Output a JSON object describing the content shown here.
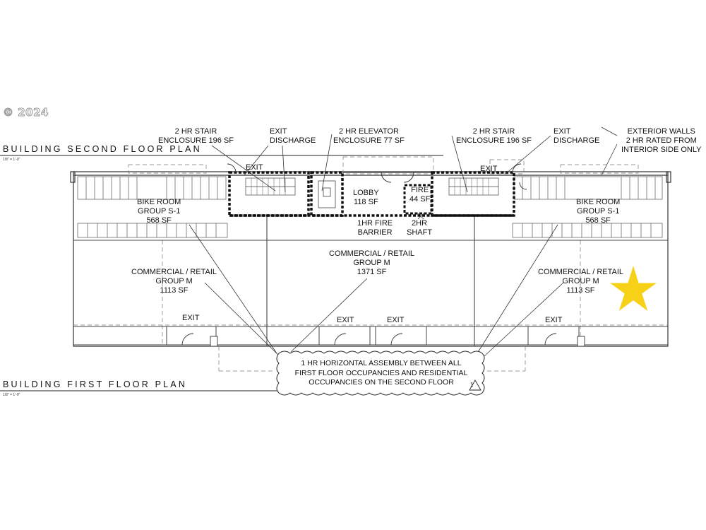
{
  "watermark": "© 2024",
  "titles": {
    "second_floor": "BUILDING SECOND FLOOR PLAN",
    "first_floor": "BUILDING FIRST FLOOR PLAN",
    "scale": "1/8\" = 1'-0\""
  },
  "callouts": {
    "stair_left": [
      "2 HR STAIR",
      "ENCLOSURE 196 SF"
    ],
    "exit_discharge_left": [
      "EXIT",
      "DISCHARGE"
    ],
    "elevator": [
      "2 HR ELEVATOR",
      "ENCLOSURE 77 SF"
    ],
    "stair_right": [
      "2 HR STAIR",
      "ENCLOSURE 196 SF"
    ],
    "exit_discharge_right": [
      "EXIT",
      "DISCHARGE"
    ],
    "exterior_walls": [
      "EXTERIOR WALLS",
      "2 HR RATED FROM",
      "INTERIOR SIDE ONLY"
    ]
  },
  "rooms": {
    "exit_upper_left": "EXIT",
    "exit_upper_right": "EXIT",
    "lobby": [
      "LOBBY",
      "118 SF"
    ],
    "fire": [
      "FIRE",
      "44 SF"
    ],
    "fire_barrier": [
      "1HR FIRE",
      "BARRIER"
    ],
    "shaft": [
      "2HR",
      "SHAFT"
    ],
    "bike_room_left": [
      "BIKE ROOM",
      "GROUP S-1",
      "568 SF"
    ],
    "bike_room_right": [
      "BIKE ROOM",
      "GROUP S-1",
      "568 SF"
    ],
    "commercial_left": [
      "COMMERCIAL / RETAIL",
      "GROUP M",
      "1113 SF"
    ],
    "commercial_center": [
      "COMMERCIAL / RETAIL",
      "GROUP M",
      "1371 SF"
    ],
    "commercial_right": [
      "COMMERCIAL / RETAIL",
      "GROUP M",
      "1113 SF"
    ],
    "exit_bottom_1": "EXIT",
    "exit_bottom_2": "EXIT",
    "exit_bottom_3": "EXIT",
    "exit_bottom_4": "EXIT"
  },
  "note": [
    "1 HR HORIZONTAL ASSEMBLY BETWEEN ALL",
    "FIRST FLOOR OCCUPANCIES AND RESIDENTIAL",
    "OCCUPANCIES ON THE SECOND FLOOR"
  ],
  "revision_tag": "1",
  "colors": {
    "star": "#f7d117",
    "line": "#222222",
    "rated_wall": "#111111"
  }
}
